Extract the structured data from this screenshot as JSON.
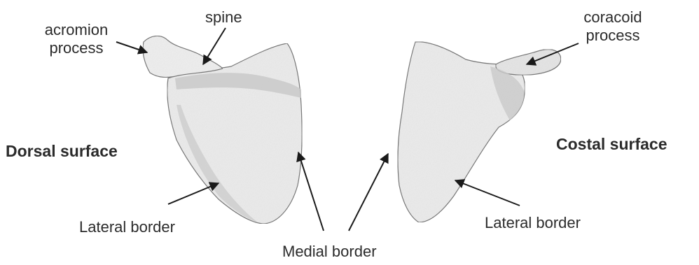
{
  "figure": {
    "left_panel": {
      "title": "Dorsal surface",
      "labels": {
        "acromion_line1": "acromion",
        "acromion_line2": "process",
        "spine": "spine",
        "lateral_border": "Lateral border"
      }
    },
    "right_panel": {
      "title": "Costal surface",
      "labels": {
        "coracoid_line1": "coracoid",
        "coracoid_line2": "process",
        "lateral_border": "Lateral border"
      }
    },
    "shared_label": "Medial border",
    "colors": {
      "bone_fill": "#ececec",
      "bone_shade": "#c9c9c9",
      "bone_edge": "#7a7a7a",
      "text": "#2b2b2b",
      "arrow": "#1a1a1a"
    }
  }
}
